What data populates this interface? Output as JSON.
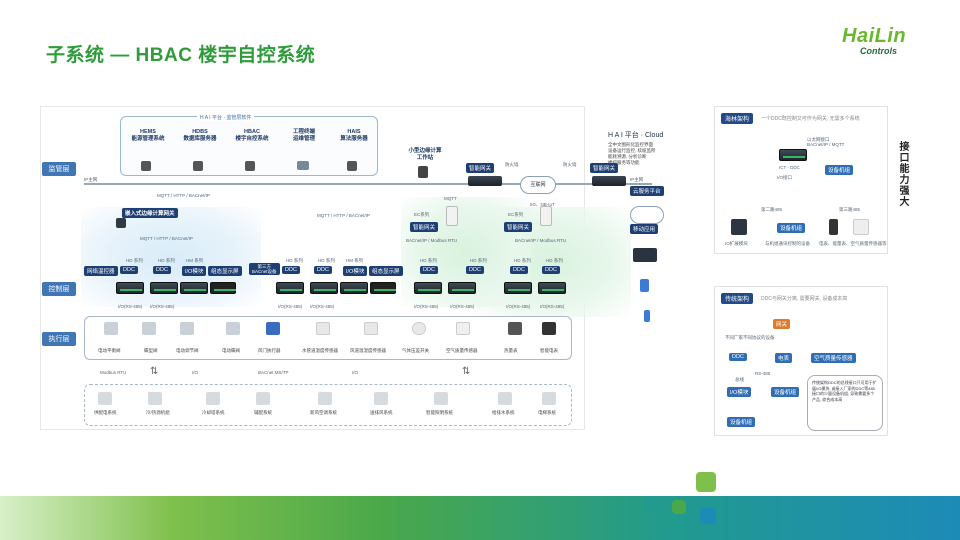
{
  "title": "子系统 — HBAC 楼宇自控系统",
  "logo": {
    "main": "HaiLin",
    "sub": "Controls"
  },
  "layers": {
    "monitor": "监管层",
    "control": "控制层",
    "execute": "执行层"
  },
  "platform": {
    "title": "H A I 平台 · 监管层软件",
    "systems": [
      {
        "name": "HEMS\n能源管理系统",
        "desc": ""
      },
      {
        "name": "HDBS\n数据库服务器",
        "desc": ""
      },
      {
        "name": "HBAC\n楼宇自控系统",
        "desc": ""
      },
      {
        "name": "工程终端\n运维管理",
        "desc": ""
      },
      {
        "name": "HAIS\n算法服务器",
        "desc": ""
      }
    ]
  },
  "edge": {
    "name": "小型边缘计算\n工作站"
  },
  "cloud": {
    "platform": "H A I 平台 · Cloud",
    "desc": "全中文图形化监控界面\n设备运行监控, 续缆监所\n能耗溯源, 分析诊断\n楼控服务等功能",
    "internet": "互联网",
    "cloud_server": "云服务平台",
    "mobile": "移动应用"
  },
  "network": {
    "ip": "IP主网",
    "firewall": "防火墙",
    "proto1": "MQTT / HTTP / BACnet/IP",
    "proto2": "MQTT / HTTP / BACnet/IP",
    "proto3": "MQTT / HTTP / BACnet/IP",
    "mqtt": "MQTT",
    "wireless": "5G、NB-IoT",
    "ipmain": "IP主网"
  },
  "gateway_left": "嵌入式边缘计算网关",
  "smart_gateway": "智能网关",
  "ec_series": "EC系列",
  "bacnet_modbus": "BACnet/IP / Modbus RTU",
  "control_tags": [
    "网络温控器",
    "DDC",
    "DDC",
    "I/O模块",
    "组态显示屏",
    "第三方\nBACnet设备",
    "DDC",
    "DDC",
    "I/O模块",
    "组态显示屏",
    "DDC",
    "DDC",
    "DDC",
    "DDC"
  ],
  "series": {
    "hd": "HD 系列",
    "hm": "HM 系列"
  },
  "bus": "I/O(RS-485)",
  "execute_items": [
    "电动平衡阀",
    "蝶型阀",
    "电动调节阀",
    "电动蝶阀",
    "风门执行器",
    "水管道温度传感器",
    "风道温湿度传感器",
    "气体压差开关",
    "空气质量传感器",
    "热量表",
    "智能电表"
  ],
  "protocols": {
    "modbus": "Modbus RTU",
    "io": "I/O",
    "bacnet": "BACnet MS/TP",
    "io2": "I/O"
  },
  "subsystems": [
    "供配电系统",
    "冷/热源机组",
    "冷却塔系统",
    "辅配系统",
    "新风空调系统",
    "送排风系统",
    "智能照明系统",
    "给排水系统",
    "电梯系统"
  ],
  "right_top": {
    "tag": "海林架构",
    "desc": "一个DDC既控制又可作为网关, 无需多个系统",
    "proto": "以太网接口\nBACnet/IP / MQTT",
    "ddc": "ICT - DDC",
    "io_port": "I/O接口",
    "port2": "第二路485",
    "port3": "第三路485",
    "device_unit": "设备机组",
    "expand": "IO扩展模块",
    "water": "与机组通讯控制的设备",
    "meters": "电表、能量表、空气质量传感器等"
  },
  "right_bottom": {
    "tag": "传统架构",
    "desc": "DDC与网关分离, 需要网关, 设备成本高",
    "gateway": "网关",
    "gw_note": "不同厂家不同协议的设备",
    "ddc": "DDC",
    "meter": "电表",
    "air": "空气质量传感器",
    "io": "I/O模块",
    "device": "设备机组",
    "device2": "设备机组",
    "bus": "总线",
    "rs485": "RS-485",
    "note": "传统架构DDC的总线接口只可用于扩展I/O模块, 或接入厂家的DDC等485接口的少量设备机组, 导致需要多个产品, 综合成本高"
  },
  "side_text": "接口能力强大"
}
